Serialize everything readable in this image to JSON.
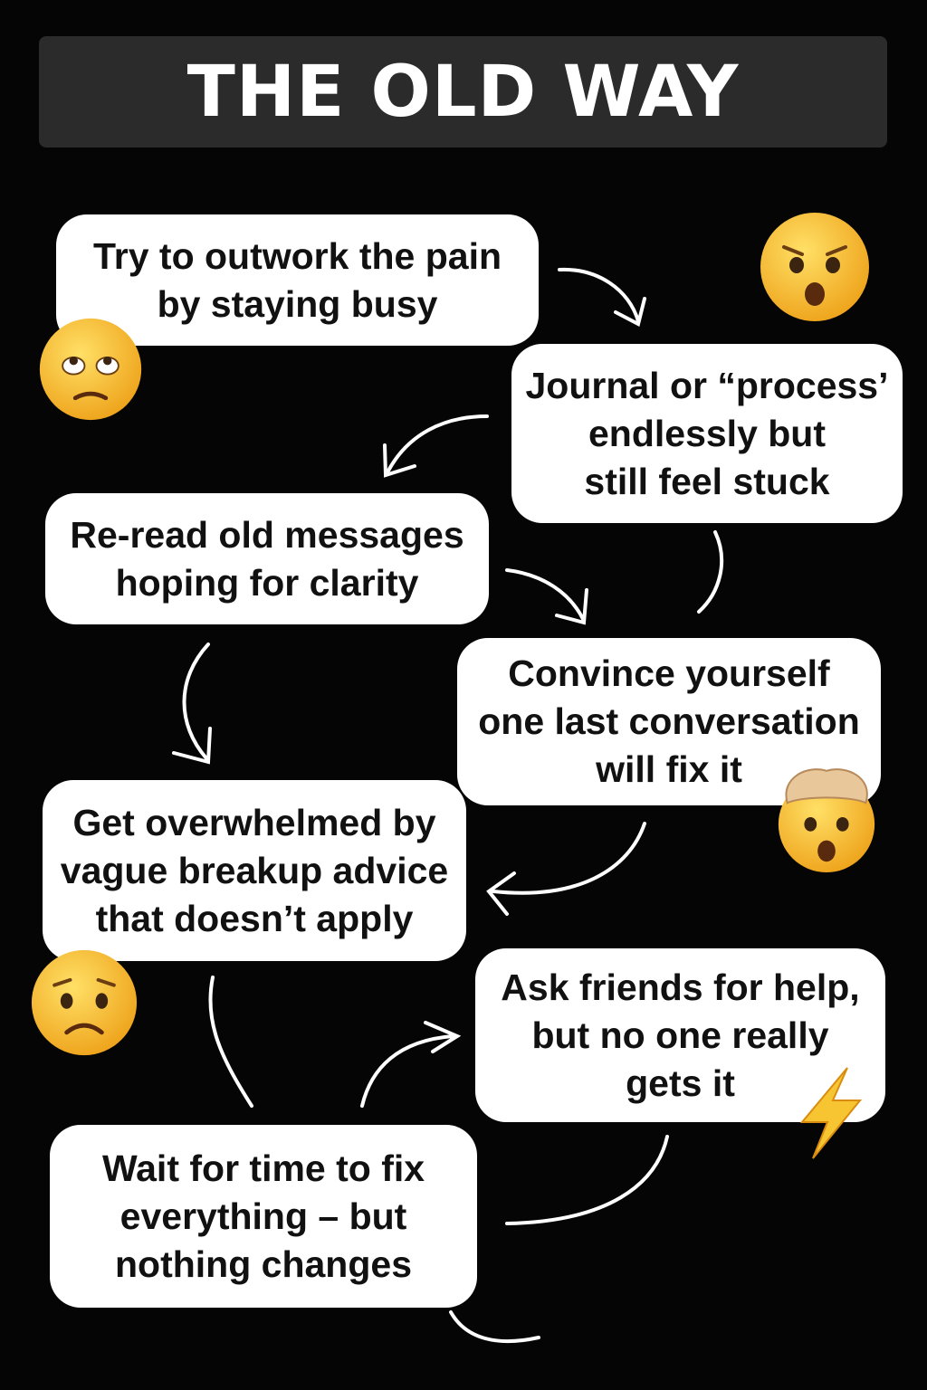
{
  "title": "THE OLD WAY",
  "steps": [
    {
      "lines": [
        "Try to outwork the pain",
        "by staying busy"
      ]
    },
    {
      "lines": [
        "Journal or “process’",
        "endlessly but",
        "still feel stuck"
      ]
    },
    {
      "lines": [
        "Re-read old messages",
        "hoping for clarity"
      ]
    },
    {
      "lines": [
        "Convince yourself",
        "one last conversation",
        "will fix it"
      ]
    },
    {
      "lines": [
        "Get overwhelmed by",
        "vague breakup advice",
        "that doesn’t apply"
      ]
    },
    {
      "lines": [
        "Ask friends for help,",
        "but no one really",
        "gets it"
      ]
    },
    {
      "lines": [
        "Wait for time to fix",
        "everything – but",
        "nothing changes"
      ]
    }
  ],
  "icons": [
    "anguished-face-icon",
    "eye-roll-face-icon",
    "exploding-head-icon",
    "worried-face-icon",
    "lightning-bolt-icon"
  ],
  "colors": {
    "background": "#050505",
    "title_box": "#2b2b2b",
    "bubble": "#ffffff",
    "emoji": "#f7c531"
  }
}
